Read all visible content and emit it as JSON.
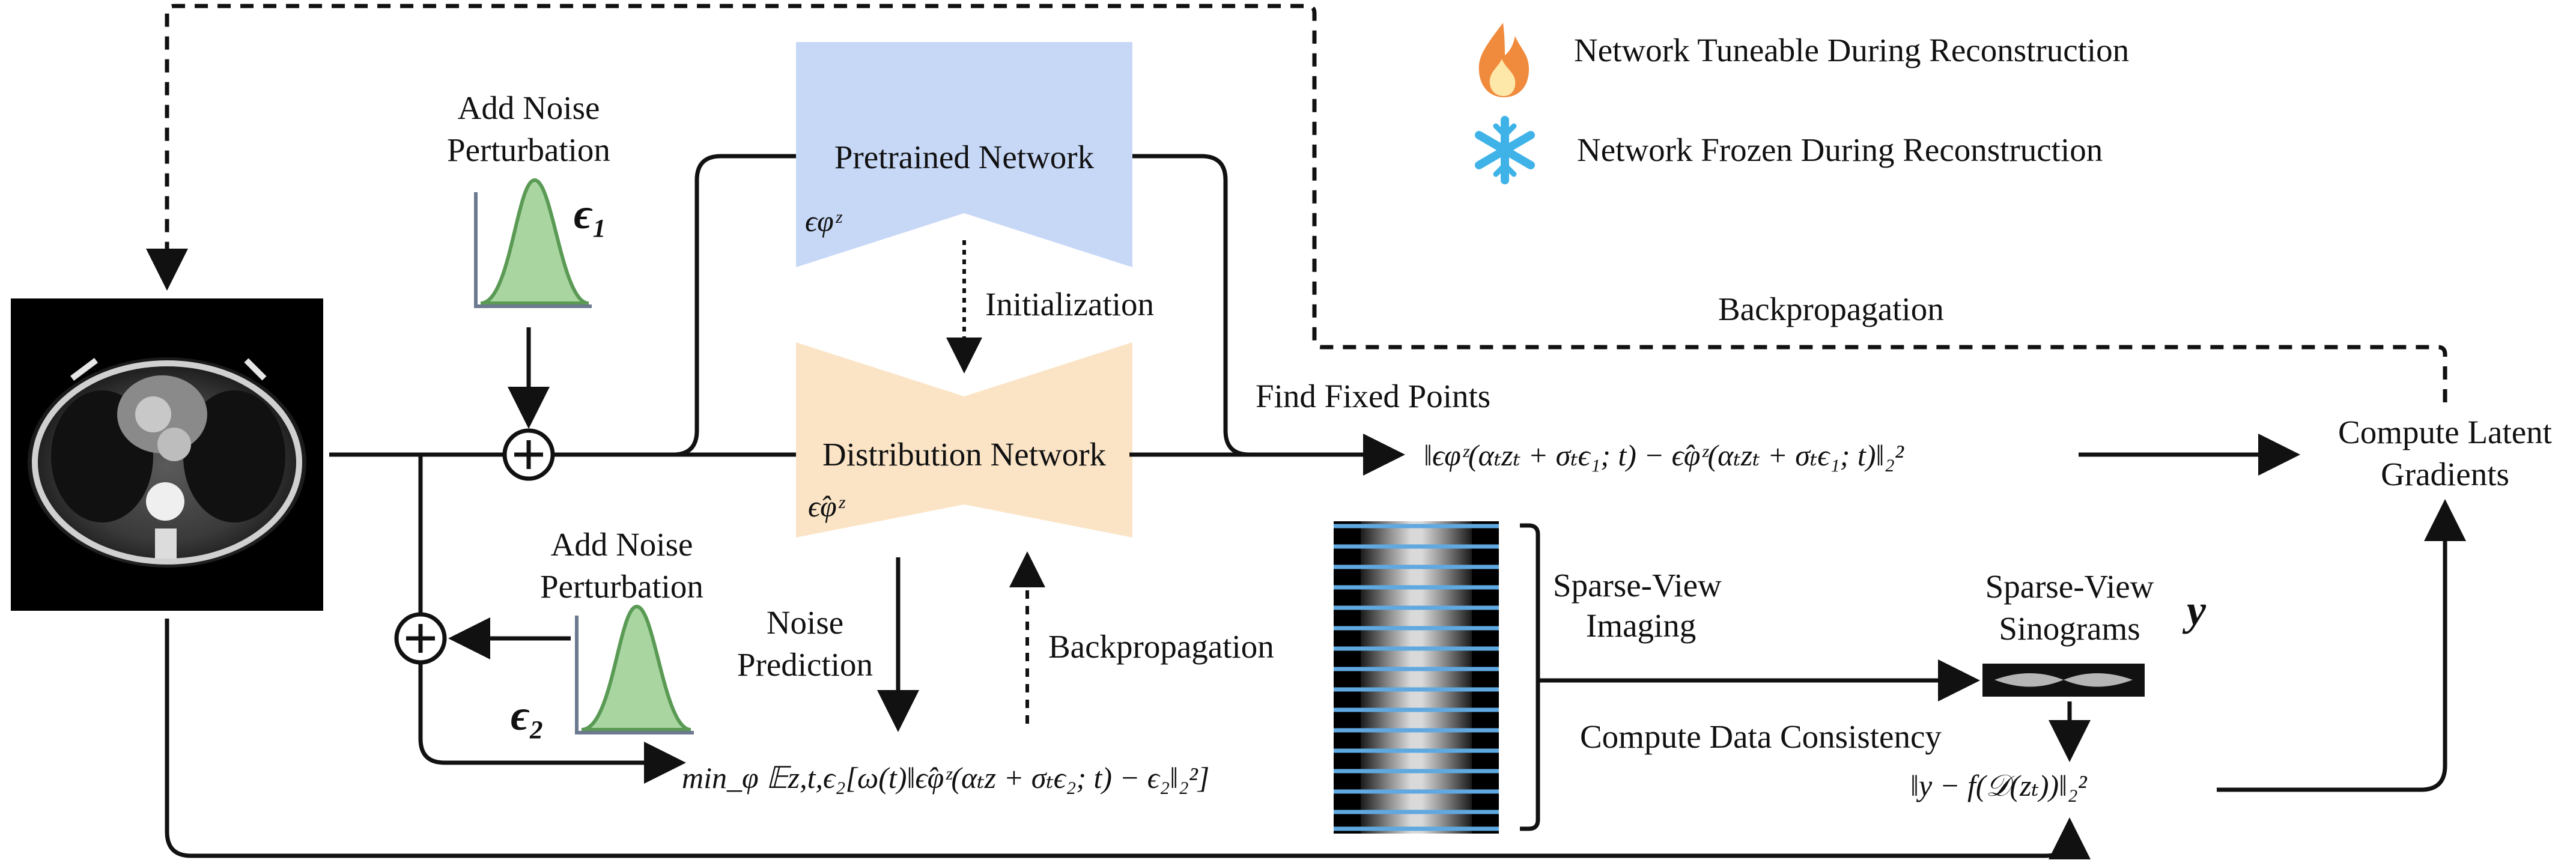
{
  "legend": {
    "tuneable": {
      "icon": "fire-icon",
      "label": "Network Tuneable During Reconstruction"
    },
    "frozen": {
      "icon": "snowflake-icon",
      "label": "Network Frozen During Reconstruction"
    }
  },
  "labels": {
    "add_noise_top_line1": "Add Noise",
    "add_noise_top_line2": "Perturbation",
    "eps1": "ϵ₁",
    "pretrained_network": "Pretrained Network",
    "pretrained_symbol": "ϵφᶻ",
    "initialization": "Initialization",
    "distribution_network": "Distribution Network",
    "distribution_symbol": "ϵ̂φᶻ",
    "add_noise_bottom_line1": "Add Noise",
    "add_noise_bottom_line2": "Perturbation",
    "eps2": "ϵ₂",
    "noise_prediction_line1": "Noise",
    "noise_prediction_line2": "Prediction",
    "backprop_inner": "Backpropagation",
    "backprop_top": "Backpropagation",
    "find_fixed_points": "Find Fixed Points",
    "fixed_point_formula": "‖ϵφᶻ(αₜzₜ + σₜϵ₁; t) − ϵ̂φᶻ(αₜzₜ + σₜϵ₁; t)‖₂²",
    "loss_formula": "min_φ 𝔼z,t,ϵ₂[ω(t)‖ϵ̂φᶻ(αₜz + σₜϵ₂; t) − ϵ₂‖₂²]",
    "sparse_view_imaging_line1": "Sparse-View",
    "sparse_view_imaging_line2": "Imaging",
    "sinograms_line1": "Sparse-View",
    "sinograms_line2": "Sinograms",
    "y_symbol": "y",
    "compute_data_consistency": "Compute Data Consistency",
    "data_consistency_formula": "‖y − f(𝒟(zₜ))‖₂²",
    "compute_latent_line1": "Compute Latent",
    "compute_latent_line2": "Gradients"
  },
  "colors": {
    "pretrained_fill": "#c7d8f7",
    "distribution_fill": "#fbe4c6",
    "gaussian_fill": "#a8d5a0",
    "gaussian_stroke": "#5a9a55",
    "stripe_color": "#5fa8e0",
    "fire": "#f08a3c",
    "snow": "#3fb3e8"
  }
}
